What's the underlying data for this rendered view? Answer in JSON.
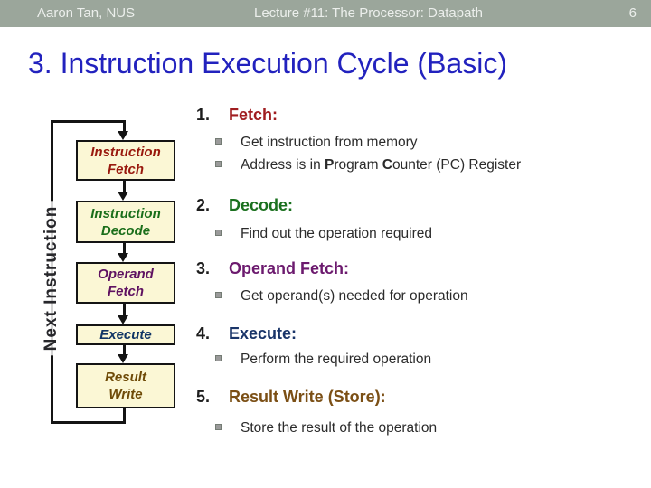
{
  "header": {
    "author": "Aaron Tan, NUS",
    "lecture_title": "Lecture #11: The Processor: Datapath",
    "page_number": "6"
  },
  "slide_title": "3. Instruction Execution Cycle (Basic)",
  "flowchart": {
    "loop_label": "Next Instruction",
    "boxes": [
      {
        "name": "instruction-fetch",
        "lines": [
          "Instruction",
          "Fetch"
        ],
        "color": "#99190E"
      },
      {
        "name": "instruction-decode",
        "lines": [
          "Instruction",
          "Decode"
        ],
        "color": "#1A6E1A"
      },
      {
        "name": "operand-fetch",
        "lines": [
          "Operand",
          "Fetch"
        ],
        "color": "#5F1261"
      },
      {
        "name": "execute",
        "lines": [
          "Execute"
        ],
        "color": "#103565"
      },
      {
        "name": "result-write",
        "lines": [
          "Result",
          "Write"
        ],
        "color": "#6E4A07"
      }
    ]
  },
  "sections": [
    {
      "number": "1.",
      "title": "Fetch:",
      "color": "#A01D20",
      "bullets": [
        {
          "text": "Get instruction from memory"
        },
        {
          "segments": [
            "Address is in ",
            "P",
            "rogram ",
            "C",
            "ounter (PC) Register"
          ]
        }
      ]
    },
    {
      "number": "2.",
      "title": "Decode:",
      "color": "#1A701E",
      "bullets": [
        {
          "text": "Find out the operation required"
        }
      ]
    },
    {
      "number": "3.",
      "title": "Operand Fetch:",
      "color": "#6C1A6E",
      "bullets": [
        {
          "text": "Get operand(s) needed for operation"
        }
      ]
    },
    {
      "number": "4.",
      "title": "Execute:",
      "color": "#1A3569",
      "bullets": [
        {
          "text": "Perform the required operation"
        }
      ]
    },
    {
      "number": "5.",
      "title": "Result Write (Store):",
      "color": "#7B4F15",
      "bullets": [
        {
          "text": "Store the result of the operation"
        }
      ]
    }
  ],
  "colors": {
    "topbar_bg": "#9BA69B",
    "topbar_text": "#ECEFEC",
    "title_blue": "#2222BE",
    "box_fill": "#FBF7D5",
    "line_black": "#141414",
    "body_text": "#2B2B2B"
  }
}
